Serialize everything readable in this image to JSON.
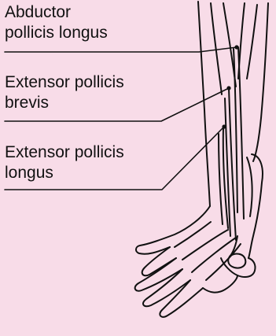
{
  "figure": {
    "subject": "forearm-wrist-hand-anatomy",
    "background_color": "#F8DCE8",
    "line_color": "#111111"
  },
  "labels": [
    {
      "lines": [
        "Abductor",
        "pollicis longus"
      ]
    },
    {
      "lines": [
        "Extensor pollicis",
        "brevis"
      ]
    },
    {
      "lines": [
        "Extensor pollicis",
        "longus"
      ]
    }
  ]
}
